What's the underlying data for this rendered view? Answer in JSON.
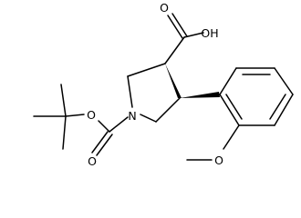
{
  "molecule": {
    "stereo_label": "",
    "atoms": {
      "carboxylic_oh": "OH",
      "carboxylic_o": "O",
      "ring_n": "N",
      "ester_o": "O",
      "carbonyl_o": "O",
      "methoxy_o": "O"
    },
    "colors": {
      "bond": "#000000",
      "background": "#ffffff"
    }
  }
}
